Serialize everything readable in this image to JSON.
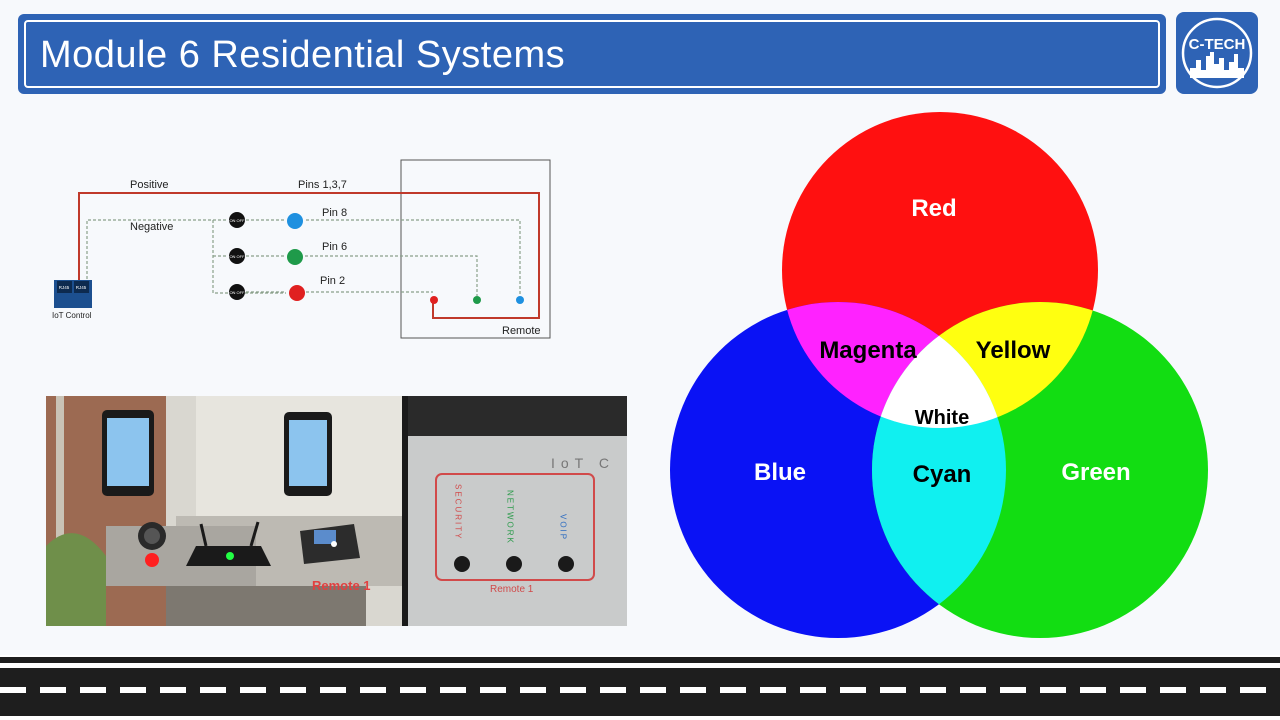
{
  "header": {
    "title": "Module 6 Residential Systems"
  },
  "logo": {
    "text": "C-TECH"
  },
  "wiring_diagram": {
    "positive_label": "Positive",
    "negative_label": "Negative",
    "pins_label": "Pins 1,3,7",
    "pin8_label": "Pin 8",
    "pin6_label": "Pin 6",
    "pin2_label": "Pin 2",
    "switch_text": "ON OFF",
    "rj45_label": "RJ45",
    "iot_label": "IoT Control",
    "remote_label": "Remote",
    "colors": {
      "positive": "#c0392b",
      "negative": "#8aa08a",
      "led_blue": "#1e90e0",
      "led_green": "#1f9a4a",
      "led_red": "#e02020"
    }
  },
  "photo": {
    "panel_title": "IoT C",
    "security_label": "SECURITY",
    "network_label": "NETWORK",
    "voip_label": "VOIP",
    "remote_label_left": "Remote 1",
    "remote_label_right": "Remote 1"
  },
  "venn": {
    "red": "Red",
    "blue": "Blue",
    "green": "Green",
    "magenta": "Magenta",
    "yellow": "Yellow",
    "cyan": "Cyan",
    "white": "White"
  }
}
